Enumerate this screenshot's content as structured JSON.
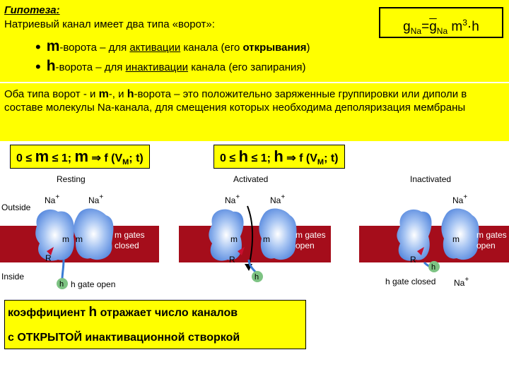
{
  "hypothesis": {
    "title": "Гипотеза:",
    "line": "Натриевый канал имеет два типа «ворот»:"
  },
  "formula": {
    "g": "g",
    "na": "Na",
    "eq": "=",
    "g_bar": "g",
    "na2": "Na",
    "tail": "m",
    "exp": "3",
    "dot_h": "·h"
  },
  "bullets": [
    {
      "symbol": "m",
      "pre": "-ворота – для ",
      "underlined": "активации",
      "post": " канала (его ",
      "bold": "открывания",
      "end": ")"
    },
    {
      "symbol": "h",
      "pre": "-ворота – для ",
      "underlined": "инактивации",
      "post": " канала (его запирания)",
      "bold": "",
      "end": ""
    }
  ],
  "paragraph": {
    "p1": "Оба типа ворот - и ",
    "m": "m",
    "p2": "-, и  ",
    "h": "h",
    "p3": "-ворота – это положительно заряженные группировки или диполи в составе молекулы Na-канала, для смещения которых необходима деполяризация мембраны"
  },
  "range_m": {
    "lead": "0 ≤ ",
    "v": "m",
    "mid": " ≤ 1; ",
    "v2": "m",
    "tail": " ⇒ f (V",
    "sub": "M",
    "end": "; t)"
  },
  "range_h": {
    "lead": "0 ≤ ",
    "v": "h",
    "mid": " ≤ 1; ",
    "v2": "h",
    "tail": " ⇒ f (V",
    "sub": "M",
    "end": "; t)"
  },
  "diagram": {
    "states": [
      "Resting",
      "Activated",
      "Inactivated"
    ],
    "outside": "Outside",
    "inside": "Inside",
    "na": "Na",
    "plus": "+",
    "m": "m",
    "h": "h",
    "r": "R",
    "m_gates_closed_1": "m gates",
    "m_gates_closed_2": "closed",
    "m_gates_open_1": "m gates",
    "m_gates_open_2": "open",
    "h_gate_open": "h gate open",
    "h_gate_closed": "h gate closed",
    "colors": {
      "membrane": "#a50d1b",
      "channel": "#5b8fe0",
      "gate": "#c8102e",
      "h_ball": "#7dc383"
    }
  },
  "note": {
    "l1a": "коэффициент ",
    "l1b": "h",
    "l1c": " отражает число каналов",
    "l2": "с ОТКРЫТОЙ инактивационной створкой"
  }
}
